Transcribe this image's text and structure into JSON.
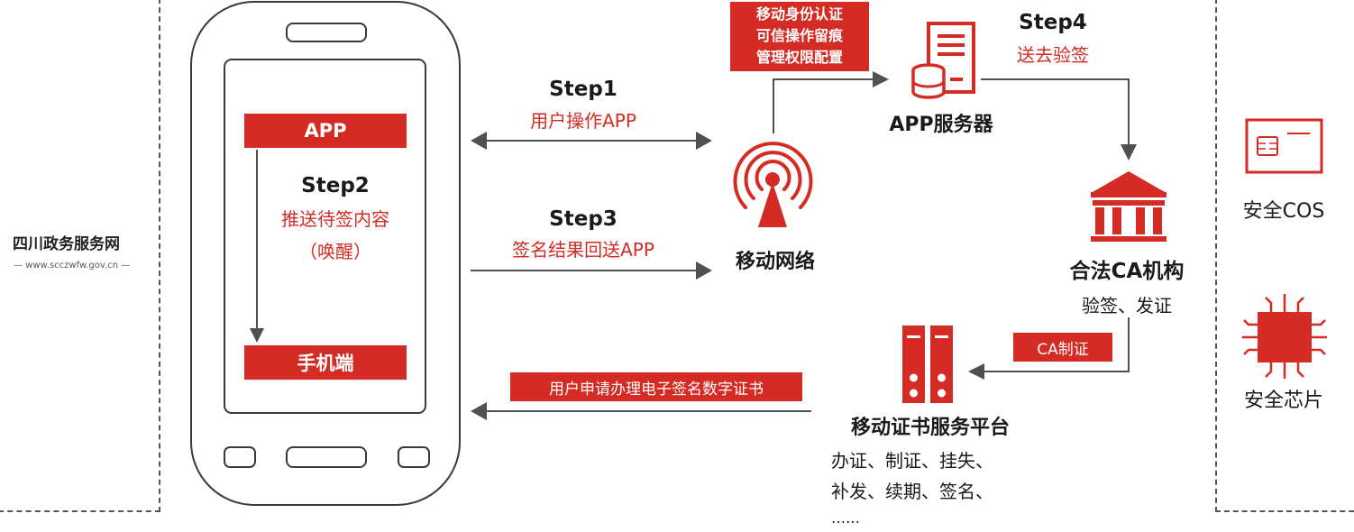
{
  "logo": {
    "name": "四川政务服务网",
    "url": "— www.scczwfw.gov.cn —"
  },
  "phone": {
    "app_label": "APP",
    "step2_title": "Step2",
    "step2_line1": "推送待签内容",
    "step2_line2": "（唤醒）",
    "terminal_label": "手机端"
  },
  "step1": {
    "title": "Step1",
    "desc": "用户操作APP"
  },
  "step3": {
    "title": "Step3",
    "desc": "签名结果回送APP"
  },
  "network_label": "移动网络",
  "auth_box": {
    "line1": "移动身份认证",
    "line2": "可信操作留痕",
    "line3": "管理权限配置"
  },
  "server": {
    "label": "APP服务器"
  },
  "step4": {
    "title": "Step4",
    "desc": "送去验签"
  },
  "ca": {
    "label": "合法CA机构",
    "desc": "验签、发证",
    "badge": "CA制证"
  },
  "platform": {
    "request_badge": "用户申请办理电子签名数字证书",
    "label": "移动证书服务平台",
    "desc_line1": "办证、制证、挂失、",
    "desc_line2": "补发、续期、签名、",
    "desc_line3": "……"
  },
  "right_panel": {
    "cos_label": "安全COS",
    "chip_label": "安全芯片"
  },
  "colors": {
    "accent": "#d42b24",
    "arrow": "#505050",
    "outline": "#3a3a3a"
  }
}
